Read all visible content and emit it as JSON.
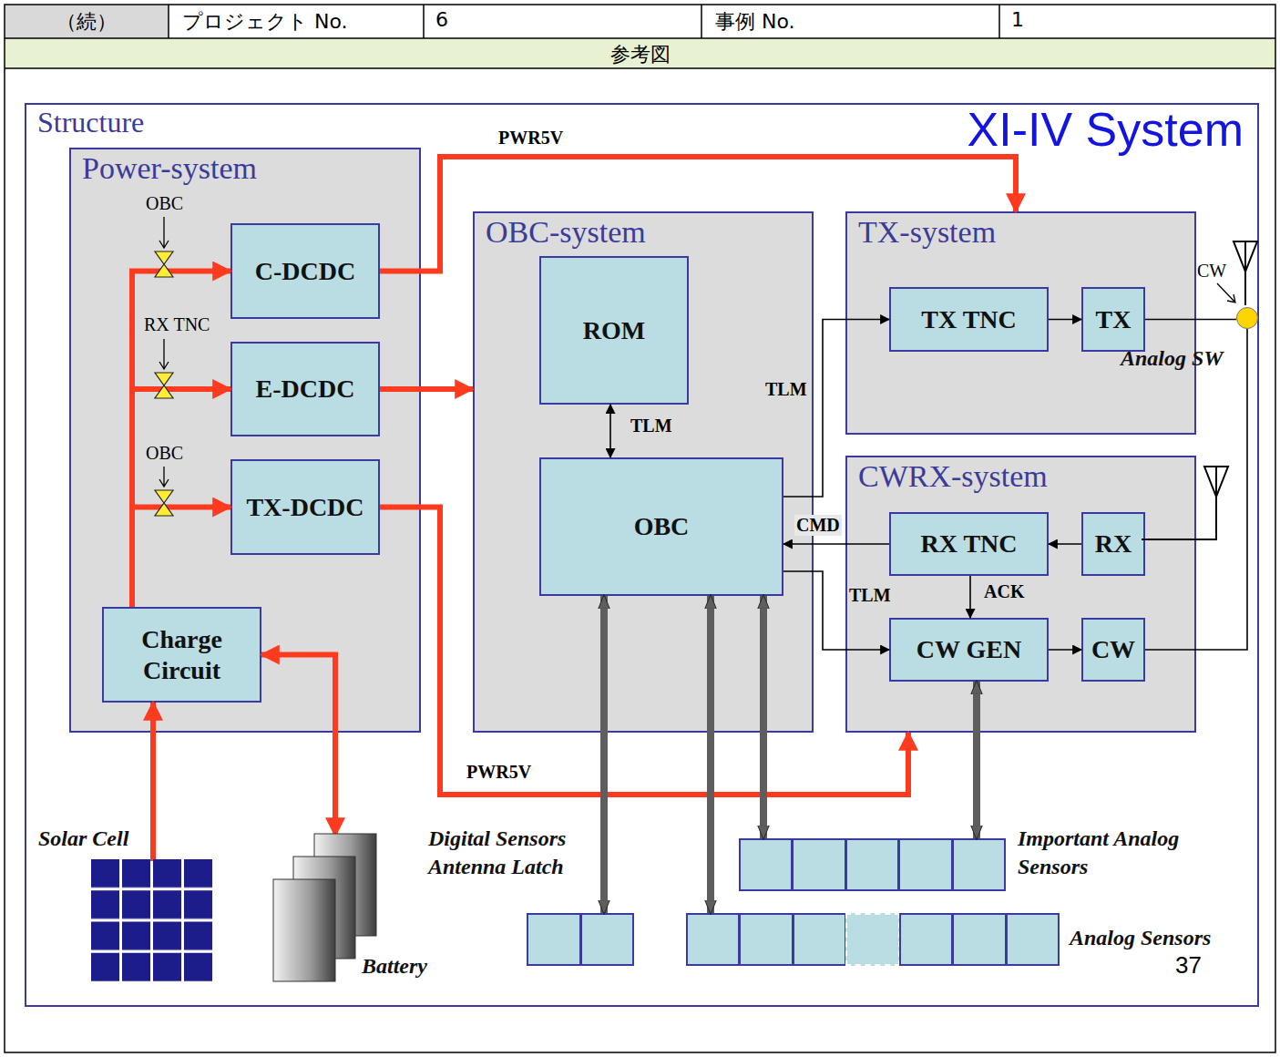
{
  "diagram": {
    "title": "XI-IV System",
    "nodes": [
      {
        "text": [
          "Structure"
        ]
      },
      {
        "text": [
          "Power-system"
        ],
        "in": 0
      },
      {
        "text": [
          "C-DCDC"
        ],
        "in": 1
      },
      {
        "text": [
          "E-DCDC"
        ],
        "in": 1
      },
      {
        "text": [
          "TX-DCDC"
        ],
        "in": 1
      },
      {
        "text": [
          "Charge Circuit"
        ],
        "in": 1
      },
      {
        "text": [
          "OBC-system"
        ],
        "in": 0
      },
      {
        "text": [
          "ROM"
        ],
        "in": 6
      },
      {
        "text": [
          "OBC"
        ],
        "in": 6
      },
      {
        "text": [
          "TX-system"
        ],
        "in": 0
      },
      {
        "text": [
          "TX TNC"
        ],
        "in": 9
      },
      {
        "text": [
          "TX"
        ],
        "in": 9
      },
      {
        "text": [
          "CWRX-system"
        ],
        "in": 0
      },
      {
        "text": [
          "RX TNC"
        ],
        "in": 12
      },
      {
        "text": [
          "RX"
        ],
        "in": 12
      },
      {
        "text": [
          "CW GEN"
        ],
        "in": 12
      },
      {
        "text": [
          "CW"
        ],
        "in": 12
      },
      {
        "text": [
          "Solar Cell"
        ],
        "in": 0
      },
      {
        "text": [
          "Battery"
        ],
        "in": 0
      },
      {
        "text": [
          "Digital Sensors Antenna Latch"
        ],
        "in": 0
      },
      {
        "text": [
          "Important Analog Sensors"
        ],
        "in": 0
      },
      {
        "text": [
          "Analog Sensors"
        ],
        "in": 0
      },
      {
        "text": [
          "Analog SW"
        ],
        "in": 0
      }
    ],
    "edges": [
      {
        "from": 17,
        "to": 5,
        "arrow": "to"
      },
      {
        "from": 5,
        "to": 18,
        "arrow": "both"
      },
      {
        "from": 5,
        "to": 2,
        "arrow": "to"
      },
      {
        "from": 5,
        "to": 3,
        "arrow": "to"
      },
      {
        "from": 5,
        "to": 4,
        "arrow": "to"
      },
      {
        "from": 2,
        "to": 9,
        "label": "PWR5V",
        "arrow": "to"
      },
      {
        "from": 3,
        "to": 6,
        "arrow": "to"
      },
      {
        "from": 4,
        "to": 12,
        "label": "PWR5V",
        "arrow": "to"
      },
      {
        "from": 7,
        "to": 8,
        "label": "TLM",
        "arrow": "both"
      },
      {
        "from": 8,
        "to": 10,
        "label": "TLM",
        "arrow": "to"
      },
      {
        "from": 10,
        "to": 11,
        "arrow": "to"
      },
      {
        "from": 11,
        "to": 22,
        "arrow": "none"
      },
      {
        "from": 14,
        "to": 13,
        "arrow": "to"
      },
      {
        "from": 13,
        "to": 8,
        "label": "CMD",
        "arrow": "to"
      },
      {
        "from": 13,
        "to": 15,
        "label": "ACK",
        "arrow": "to"
      },
      {
        "from": 8,
        "to": 15,
        "label": "TLM",
        "arrow": "to"
      },
      {
        "from": 15,
        "to": 16,
        "arrow": "to"
      },
      {
        "from": 16,
        "to": 22,
        "arrow": "none"
      },
      {
        "from": 8,
        "to": 19,
        "arrow": "both"
      },
      {
        "from": 8,
        "to": 21,
        "arrow": "both"
      },
      {
        "from": 8,
        "to": 20,
        "arrow": "both"
      },
      {
        "from": 15,
        "to": 20,
        "arrow": "both"
      }
    ],
    "labels": [
      "（続）",
      "プロジェクト No.",
      "6",
      "事例 No.",
      "1",
      "参考図",
      "OBC",
      "RX TNC",
      "OBC",
      "CW",
      "37"
    ]
  }
}
